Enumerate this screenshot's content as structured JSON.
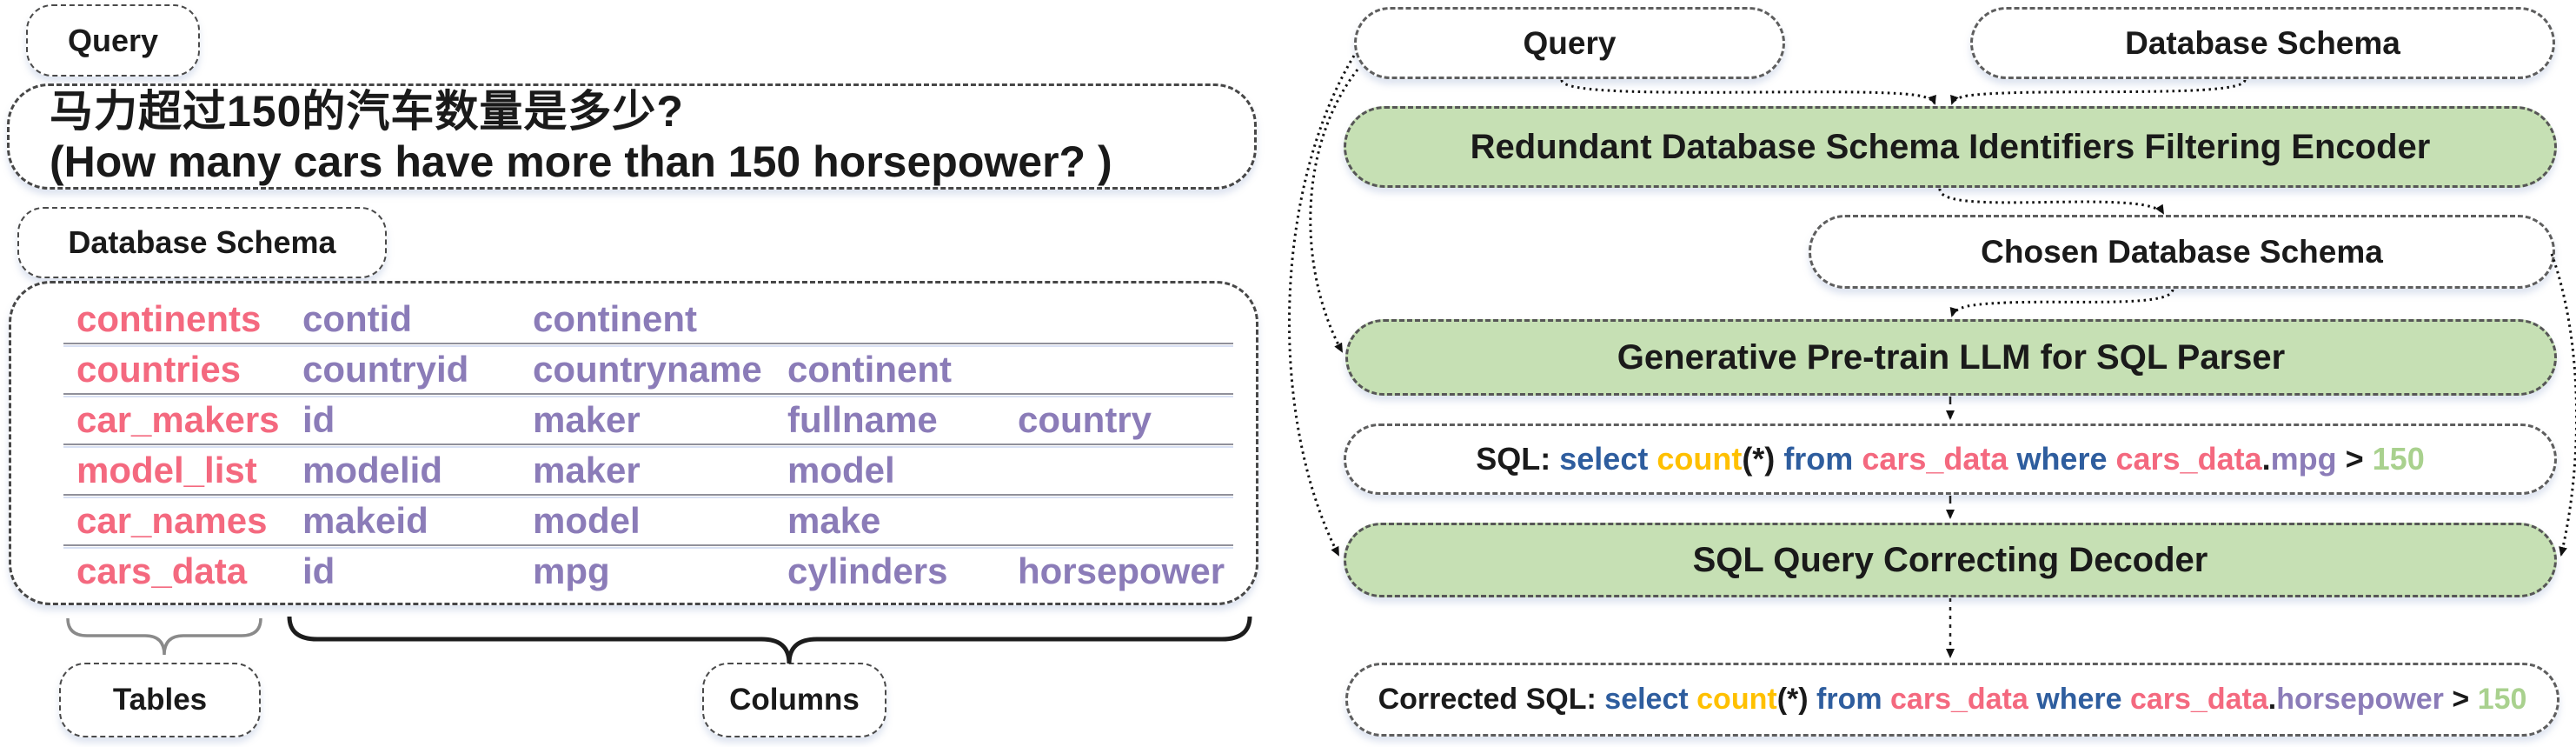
{
  "left": {
    "query_label": "Query",
    "query_zh": "马力超过150的汽车数量是多少?",
    "query_en": "(How many cars have more than 150 horsepower? )",
    "schema_label": "Database Schema",
    "schema_rows": [
      {
        "table": "continents",
        "columns": [
          "contid",
          "continent"
        ]
      },
      {
        "table": "countries",
        "columns": [
          "countryid",
          "countryname",
          "continent"
        ]
      },
      {
        "table": "car_makers",
        "columns": [
          "id",
          "maker",
          "fullname",
          "country"
        ]
      },
      {
        "table": "model_list",
        "columns": [
          "modelid",
          "maker",
          "model"
        ]
      },
      {
        "table": "car_names",
        "columns": [
          "makeid",
          "model",
          "make"
        ]
      },
      {
        "table": "cars_data",
        "columns": [
          "id",
          "mpg",
          "cylinders",
          "horsepower"
        ]
      }
    ],
    "tables_label": "Tables",
    "columns_label": "Columns"
  },
  "right": {
    "query_label": "Query",
    "db_schema_label": "Database Schema",
    "encoder_label": "Redundant Database Schema Identifiers Filtering Encoder",
    "chosen_label": "Chosen Database Schema",
    "llm_label": "Generative Pre-train LLM for SQL Parser",
    "decoder_label": "SQL Query Correcting Decoder",
    "sql_tokens": [
      {
        "t": "SQL: ",
        "c": "ink"
      },
      {
        "t": "select ",
        "c": "blue"
      },
      {
        "t": "count",
        "c": "yellow"
      },
      {
        "t": "(*) ",
        "c": "ink"
      },
      {
        "t": "from ",
        "c": "blue"
      },
      {
        "t": "cars_data ",
        "c": "pink"
      },
      {
        "t": "where ",
        "c": "blue"
      },
      {
        "t": "cars_data",
        "c": "pink"
      },
      {
        "t": ".",
        "c": "ink"
      },
      {
        "t": "mpg ",
        "c": "purple"
      },
      {
        "t": "> ",
        "c": "ink"
      },
      {
        "t": "150",
        "c": "lightgreen"
      }
    ],
    "corrected_tokens": [
      {
        "t": "Corrected SQL: ",
        "c": "ink"
      },
      {
        "t": "select ",
        "c": "blue"
      },
      {
        "t": "count",
        "c": "yellow"
      },
      {
        "t": "(*) ",
        "c": "ink"
      },
      {
        "t": "from ",
        "c": "blue"
      },
      {
        "t": "cars_data ",
        "c": "pink"
      },
      {
        "t": "where ",
        "c": "blue"
      },
      {
        "t": "cars_data",
        "c": "pink"
      },
      {
        "t": ".",
        "c": "ink"
      },
      {
        "t": "horsepower ",
        "c": "purple"
      },
      {
        "t": "> ",
        "c": "ink"
      },
      {
        "t": "150",
        "c": "lightgreen"
      }
    ]
  },
  "colors": {
    "ink": "#1a1a1a",
    "blue": "#2e5d9e",
    "yellow": "#ffc000",
    "pink": "#f4697f",
    "purple": "#8b7cb8",
    "lightgreen": "#a9d18e",
    "green_fill": "#c6e0b4"
  }
}
